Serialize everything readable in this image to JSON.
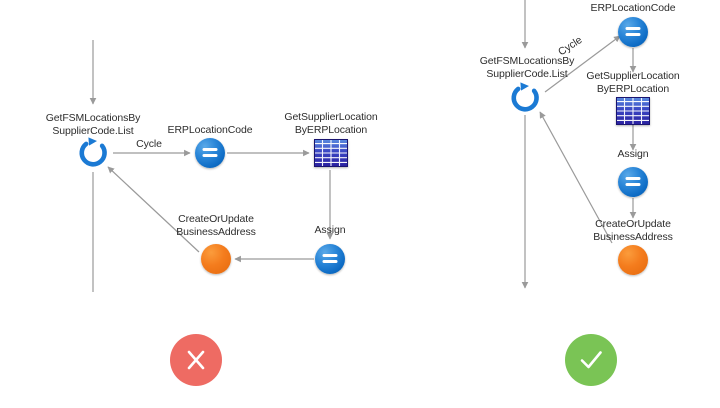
{
  "diagram": {
    "title_hidden": "",
    "colors": {
      "loop_blue": "#1b7ad4",
      "equals_blue": "#1a7ad6",
      "orange": "#f47c1d",
      "grid_blue": "#2f2fa8",
      "connector_gray": "#9a9a9a",
      "bad_red": "#ee6b63",
      "good_green": "#7ac455"
    }
  },
  "left_flow": {
    "verdict": "incorrect",
    "verdict_icon": "x-icon",
    "nodes": [
      {
        "id": "loop",
        "label_line1": "GetFSMLocationsBy",
        "label_line2": "SupplierCode.List",
        "icon": "loop-arrow-icon"
      },
      {
        "id": "erp",
        "label_line1": "ERPLocationCode",
        "label_line2": "",
        "icon": "equals-circle-icon"
      },
      {
        "id": "lookup",
        "label_line1": "GetSupplierLocation",
        "label_line2": "ByERPLocation",
        "icon": "table-grid-icon"
      },
      {
        "id": "assign",
        "label_line1": "Assign",
        "label_line2": "",
        "icon": "equals-circle-icon"
      },
      {
        "id": "create",
        "label_line1": "CreateOrUpdate",
        "label_line2": "BusinessAddress",
        "icon": "orange-circle-icon"
      }
    ],
    "edges": [
      {
        "from": "loop",
        "to": "erp",
        "label": "Cycle"
      },
      {
        "from": "erp",
        "to": "lookup",
        "label": ""
      },
      {
        "from": "lookup",
        "to": "assign",
        "label": ""
      },
      {
        "from": "assign",
        "to": "create",
        "label": ""
      },
      {
        "from": "create",
        "to": "loop",
        "label": ""
      }
    ]
  },
  "right_flow": {
    "verdict": "correct",
    "verdict_icon": "check-icon",
    "nodes": [
      {
        "id": "loop",
        "label_line1": "GetFSMLocationsBy",
        "label_line2": "SupplierCode.List",
        "icon": "loop-arrow-icon"
      },
      {
        "id": "erp",
        "label_line1": "ERPLocationCode",
        "label_line2": "",
        "icon": "equals-circle-icon"
      },
      {
        "id": "lookup",
        "label_line1": "GetSupplierLocation",
        "label_line2": "ByERPLocation",
        "icon": "table-grid-icon"
      },
      {
        "id": "assign",
        "label_line1": "Assign",
        "label_line2": "",
        "icon": "equals-circle-icon"
      },
      {
        "id": "create",
        "label_line1": "CreateOrUpdate",
        "label_line2": "BusinessAddress",
        "icon": "orange-circle-icon"
      }
    ],
    "edges": [
      {
        "from": "loop",
        "to": "erp",
        "label": "Cycle"
      },
      {
        "from": "erp",
        "to": "lookup",
        "label": ""
      },
      {
        "from": "lookup",
        "to": "assign",
        "label": ""
      },
      {
        "from": "assign",
        "to": "create",
        "label": ""
      },
      {
        "from": "create",
        "to": "loop",
        "label": ""
      }
    ]
  }
}
